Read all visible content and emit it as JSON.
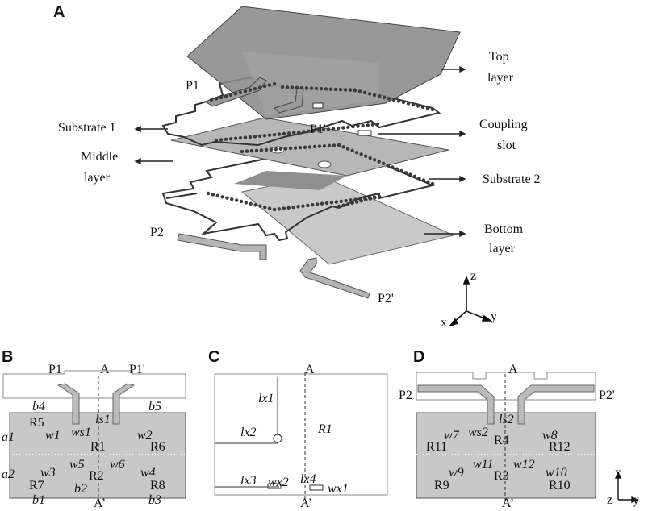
{
  "panels": {
    "a": {
      "letter": "A",
      "labels": {
        "top_layer": [
          "Top",
          "layer"
        ],
        "coupling_slot": [
          "Coupling",
          "slot"
        ],
        "substrate1": "Substrate 1",
        "middle_layer": [
          "Middle",
          "layer"
        ],
        "substrate2": "Substrate 2",
        "bottom_layer": [
          "Bottom",
          "layer"
        ],
        "p1": "P1",
        "p1p": "P1'",
        "p2": "P2",
        "p2p": "P2'"
      },
      "axes": {
        "z": "z",
        "x": "x",
        "y": "y"
      }
    },
    "b": {
      "letter": "B",
      "ports": [
        "P1",
        "P1'"
      ],
      "section": [
        "A",
        "A’"
      ],
      "resonators": [
        "R5",
        "R1",
        "R6",
        "R7",
        "R2",
        "R8"
      ],
      "dims": [
        "b4",
        "b5",
        "a1",
        "a2",
        "b1",
        "b2",
        "b3",
        "w1",
        "w2",
        "w3",
        "w4",
        "w5",
        "w6",
        "ws1",
        "ls1"
      ]
    },
    "c": {
      "letter": "C",
      "section": [
        "A",
        "A’"
      ],
      "dims": [
        "lx1",
        "lx2",
        "lx3",
        "lx4",
        "wx1",
        "wx2",
        "R1"
      ]
    },
    "d": {
      "letter": "D",
      "ports": [
        "P2",
        "P2'"
      ],
      "section": [
        "A",
        "A’"
      ],
      "resonators": [
        "R11",
        "R4",
        "R12",
        "R9",
        "R3",
        "R10"
      ],
      "dims": [
        "w7",
        "w8",
        "w9",
        "w10",
        "w11",
        "w12",
        "ws2",
        "ls2"
      ],
      "axes": {
        "x": "x",
        "z": "z",
        "y": "y"
      }
    }
  }
}
